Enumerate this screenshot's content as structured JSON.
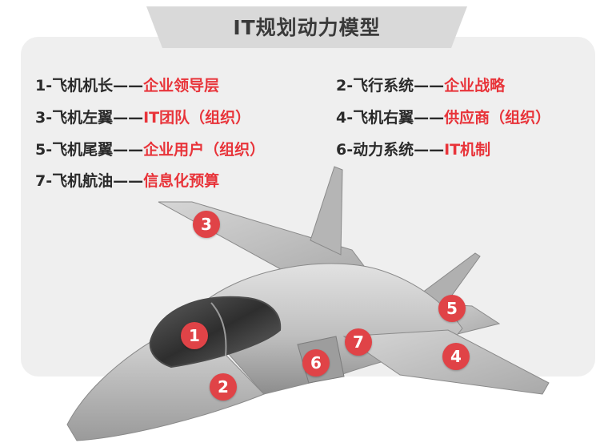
{
  "title": "IT规划动力模型",
  "colors": {
    "accent": "#e8343a",
    "badge": "#e04347",
    "text": "#2b2b2b",
    "panel": "#efefef"
  },
  "legend": [
    {
      "key": "1-飞机机长——",
      "value": "企业领导层"
    },
    {
      "key": "2-飞行系统——",
      "value": "企业战略"
    },
    {
      "key": "3-飞机左翼——",
      "value": "IT团队（组织）"
    },
    {
      "key": "4-飞机右翼——",
      "value": "供应商（组织）"
    },
    {
      "key": "5-飞机尾翼——",
      "value": "企业用户（组织）"
    },
    {
      "key": "6-动力系统——",
      "value": "IT机制"
    },
    {
      "key": "7-飞机航油——",
      "value": "信息化预算"
    }
  ],
  "markers": [
    "1",
    "2",
    "3",
    "4",
    "5",
    "6",
    "7"
  ]
}
